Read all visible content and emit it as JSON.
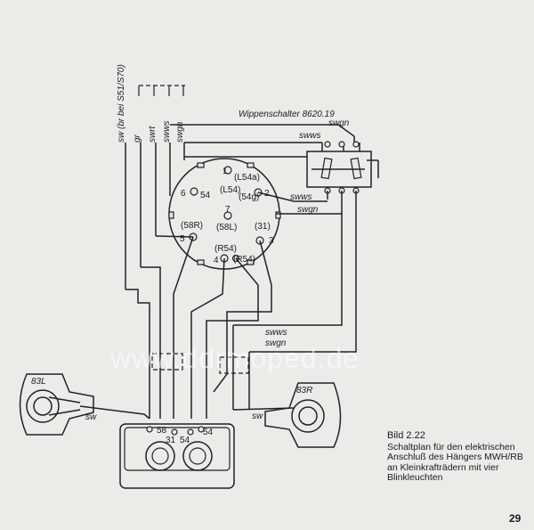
{
  "caption": {
    "title": "Bild 2.22",
    "text": "Schaltplan für den elektrischen Anschluß des Hängers MWH/RB an Kleinkrafträdern mit vier Blinkleuchten"
  },
  "page_number": "29",
  "watermark": "www.ddrmoped.de",
  "switch_label": "Wippenschalter 8620.19",
  "cable_labels": {
    "sw_br": "sw (br bei S51/S70)",
    "gr": "gr",
    "swrt": "swrt",
    "swws": "swws",
    "swgn": "swgn"
  },
  "wire_labels": {
    "switch_top": "swgn",
    "switch_in": "swws",
    "socket_swws": "swws",
    "socket_swgn": "swgn",
    "lower_swws": "swws",
    "lower_swgn": "swgn",
    "left_sw": "sw",
    "right_sw": "sw"
  },
  "socket_pins": {
    "p1": "1",
    "l54a": "(L54a)",
    "l54": "(L54)",
    "p6": "6",
    "t54": "54",
    "l54g": "(54g)",
    "p2": "2",
    "p7": "7",
    "l58l": "(58L)",
    "l58r": "(58R)",
    "l31": "(31)",
    "p5": "5",
    "p3": "3",
    "lr54": "(R54)",
    "p4": "4",
    "lr54b": "(R54)"
  },
  "lamp_labels": {
    "left": "83L",
    "right": "83R",
    "t58": "58",
    "t31": "31",
    "t54a": "54",
    "t54b": "54"
  }
}
